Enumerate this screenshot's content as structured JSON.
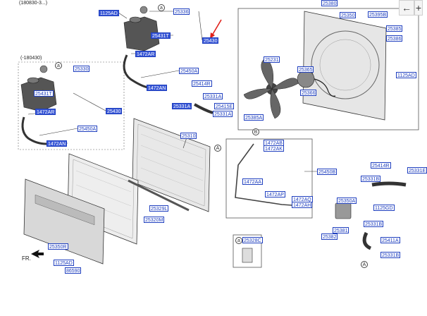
{
  "header_text": "(180830-3...)",
  "variant_note": "(-180430)",
  "direction_label": "FR.",
  "circle_a": "a",
  "circle_b": "B",
  "circle_A": "A",
  "legend_letter": "a",
  "labels": {
    "l_1125AD": "1125AD",
    "l_25336": "25336",
    "l_25431T_top": "25431T",
    "l_25430": "25430",
    "l_1472AR": "1472AR",
    "l_25450A": "25450A",
    "l_1472AN": "1472AN",
    "l_25330": "25330",
    "l_25431T_low": "25431T",
    "l_1472AR_low": "1472AR",
    "l_25430_low": "25430",
    "l_25450A_low": "25450A",
    "l_1472AN_low": "1472AN",
    "l_25414R": "25414R",
    "l_25331A_a": "25331A",
    "l_25331A_b": "25331A",
    "l_25415E": "25415E",
    "l_25331A_c": "25331A",
    "l_25310": "25310",
    "l_25380": "25380",
    "l_25350": "25350",
    "l_25395B": "25395B",
    "l_25385": "25385",
    "l_25386": "25386",
    "l_25231": "25231",
    "l_25365": "25365",
    "l_25366": "25366",
    "l_1125AD_fan": "1125AD",
    "l_25385A": "25385A",
    "l_1472AB": "1472AB",
    "l_1472AK": "1472AK",
    "l_25450B": "25450B",
    "l_1472AA": "1472AA",
    "l_1472AP": "1472AP",
    "l_1472AQ": "1472AQ",
    "l_1472AH": "1472AH",
    "l_25414R_r": "25414R",
    "l_25331E_r": "25331E",
    "l_25331B": "25331B",
    "l_25350A": "25350A",
    "l_1125GD": "1125GD",
    "l_25381": "25381",
    "l_25382": "25382",
    "l_25331B_b": "25331B",
    "l_25411A": "25411A",
    "l_25331B_c": "25331B",
    "l_25329L": "25329L",
    "l_25320M": "25320M",
    "l_25350R": "25350R",
    "l_1125AD_b": "1125AD",
    "l_86590": "86590",
    "l_25328C": "25328C"
  },
  "highlighted_label": "l_25430",
  "colors": {
    "label_fill": "#3756d6",
    "label_text": "#ffffff",
    "callout_arrow": "#e0201a",
    "line": "#333333"
  },
  "toolbar": {
    "back_icon": "←",
    "zoom_icon": "+"
  }
}
